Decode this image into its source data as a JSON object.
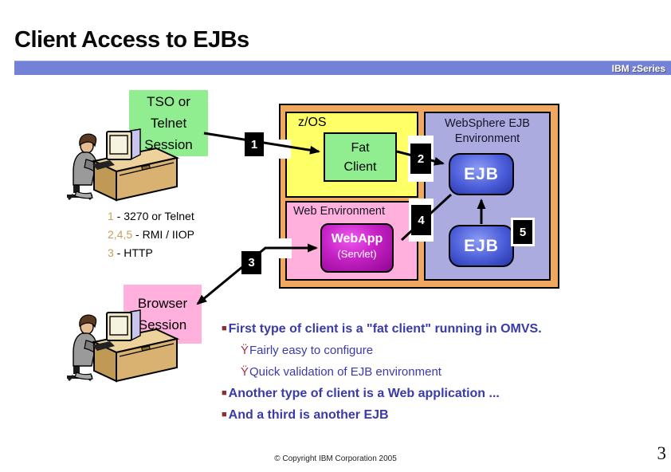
{
  "slide": {
    "title": "Client Access to EJBs",
    "brand": "IBM zSeries",
    "copyright": "© Copyright IBM Corporation 2005",
    "page_number": "3"
  },
  "diagram": {
    "tso_box": {
      "lines": [
        "TSO or",
        "Telnet",
        "Session"
      ]
    },
    "browser_box": {
      "lines": [
        "Browser",
        "Session"
      ]
    },
    "zos": {
      "label": "z/OS"
    },
    "fat_client": {
      "lines": [
        "Fat",
        "Client"
      ]
    },
    "websphere": {
      "label_lines": [
        "WebSphere EJB",
        "Environment"
      ]
    },
    "web_env": {
      "label": "Web Environment"
    },
    "webapp": {
      "line1": "WebApp",
      "line2": "(Servlet)"
    },
    "ejb_top": {
      "label": "EJB"
    },
    "ejb_bottom": {
      "label": "EJB"
    },
    "connectors": {
      "n1": "1",
      "n2": "2",
      "n3": "3",
      "n4": "4",
      "n5": "5"
    },
    "legend": [
      {
        "prefix": "1",
        "rest": " - 3270 or Telnet"
      },
      {
        "prefix": "2,4,5",
        "rest": " - RMI / IIOP"
      },
      {
        "prefix": "3",
        "rest": " - HTTP"
      }
    ]
  },
  "bullets": [
    {
      "level": 1,
      "marker": "■",
      "text": "First type of client is a \"fat client\" running in OMVS."
    },
    {
      "level": 2,
      "marker": "Ÿ",
      "text": "Fairly easy to configure"
    },
    {
      "level": 2,
      "marker": "Ÿ",
      "text": "Quick validation of EJB environment"
    },
    {
      "level": 1,
      "marker": "■",
      "text": "Another type of client is a Web application ..."
    },
    {
      "level": 1,
      "marker": "■",
      "text": "And a third is another EJB"
    }
  ],
  "colors": {
    "bar_blue": "#7381d6",
    "box_green": "#90ee90",
    "box_yellow": "#ffff66",
    "frame_orange": "#f0a860",
    "box_lavender": "#ababe0",
    "box_pink": "#ffb0dc",
    "webapp_magenta": "#c621c6",
    "ejb_blue": "#3d4fc4",
    "bullet_blue": "#3a3aa8",
    "bullet_marker_red": "#8b3030",
    "legend_gold": "#c8a05a"
  }
}
